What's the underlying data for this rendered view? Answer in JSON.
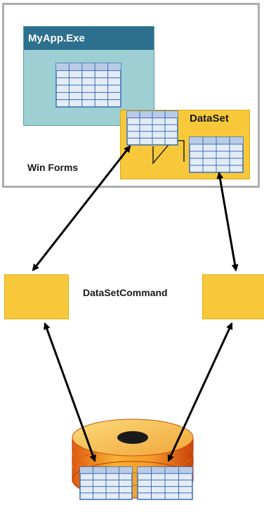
{
  "app_window": {
    "title": "MyApp.Exe"
  },
  "winforms": {
    "label": "Win Forms"
  },
  "dataset": {
    "label": "DataSet"
  },
  "adapter": {
    "label": "DataSetCommand"
  },
  "colors": {
    "window_fill": "#9dcfd3",
    "window_title": "#2d6f8e",
    "dataset_fill": "#f7c93a",
    "frame_border": "#aeaeae",
    "grid_fill": "#e4ecf6",
    "grid_lines": "#3a6fb8",
    "database_body": "#f29a2e",
    "database_top": "#f7c25a"
  },
  "icons": [
    "table-grid-icon",
    "database-cylinder-icon",
    "double-arrow-icon"
  ]
}
